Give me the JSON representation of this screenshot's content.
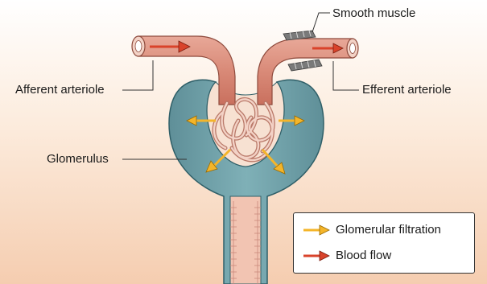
{
  "labels": {
    "smooth_muscle": "Smooth muscle",
    "afferent": "Afferent arteriole",
    "efferent": "Efferent arteriole",
    "glomerulus": "Glomerulus"
  },
  "legend": {
    "items": [
      {
        "label": "Glomerular filtration",
        "icon": "yellow-arrow-icon",
        "color": "#f4b52a"
      },
      {
        "label": "Blood flow",
        "icon": "red-arrow-icon",
        "color": "#d9432b"
      }
    ]
  },
  "colors": {
    "background_top": "#ffffff",
    "background_bottom": "#f5cfb3",
    "capsule": "#6f9ea6",
    "arteriole": "#d68d7c",
    "filtration_arrow": "#f4b52a",
    "blood_arrow": "#d9432b"
  }
}
